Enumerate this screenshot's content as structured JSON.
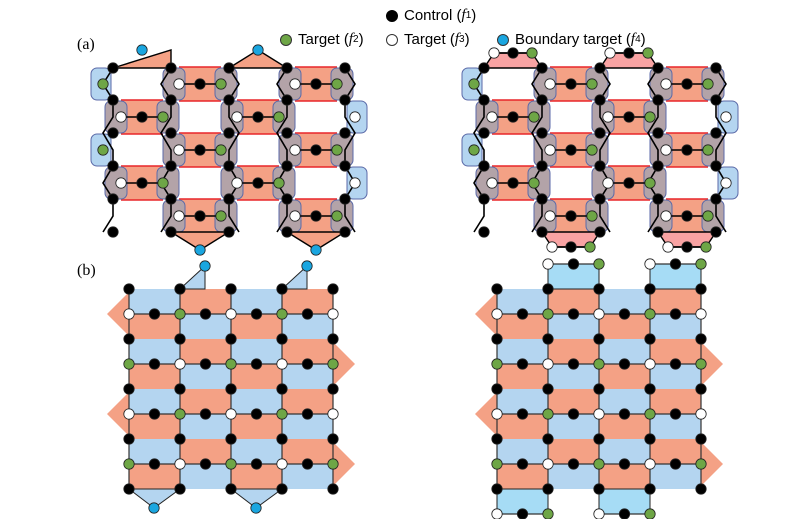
{
  "legend": {
    "items": [
      {
        "key": "control",
        "label": "Control",
        "func": "f",
        "sub": "1",
        "color": "#000000",
        "border": "#000000"
      },
      {
        "key": "target_f2",
        "label": "Target",
        "func": "f",
        "sub": "2",
        "color": "#6ea646",
        "border": "#333333"
      },
      {
        "key": "target_f3",
        "label": "Target",
        "func": "f",
        "sub": "3",
        "color": "#ffffff",
        "border": "#333333"
      },
      {
        "key": "boundary",
        "label": "Boundary target",
        "func": "f",
        "sub": "4",
        "color": "#1aa6e0",
        "border": "#333333"
      }
    ]
  },
  "panels": [
    {
      "label": "(a)"
    },
    {
      "label": "(b)"
    }
  ],
  "colors": {
    "salmon": "#f4a185",
    "pink": "#f9a3a3",
    "light_blue": "#b4d5f0",
    "cyan": "#a6dcf5",
    "gray_mauve": "#b3a3a8",
    "red_edge": "#e8262a",
    "control": "#000000",
    "green": "#6ea646",
    "white": "#ffffff",
    "blue_boundary": "#1aa6e0"
  }
}
